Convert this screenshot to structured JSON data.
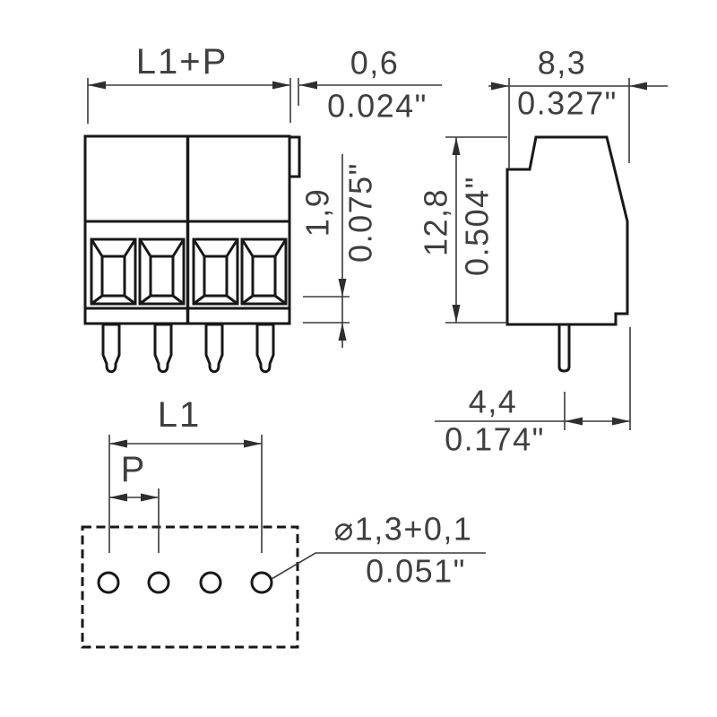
{
  "dims": {
    "front_width": {
      "label": "L1+P"
    },
    "tab_width": {
      "mm": "0,6",
      "inch": "0.024\""
    },
    "solder_rim": {
      "mm": "1,9",
      "inch": "0.075\""
    },
    "side_depth": {
      "mm": "8,3",
      "inch": "0.327\""
    },
    "side_height": {
      "mm": "12,8",
      "inch": "0.504\""
    },
    "pin_to_edge": {
      "mm": "4,4",
      "inch": "0.174\""
    },
    "hole_span": {
      "label": "L1"
    },
    "pitch": {
      "label": "P"
    },
    "hole_diameter": {
      "mm": "⌀1,3+0,1",
      "inch": "0.051\""
    }
  },
  "counts": {
    "poles": 4,
    "pins": 4,
    "holes": 4
  },
  "colors": {
    "outline": "#181818",
    "dimension": "#3a3a3a",
    "text": "#3f3f3f",
    "background": "#ffffff"
  }
}
